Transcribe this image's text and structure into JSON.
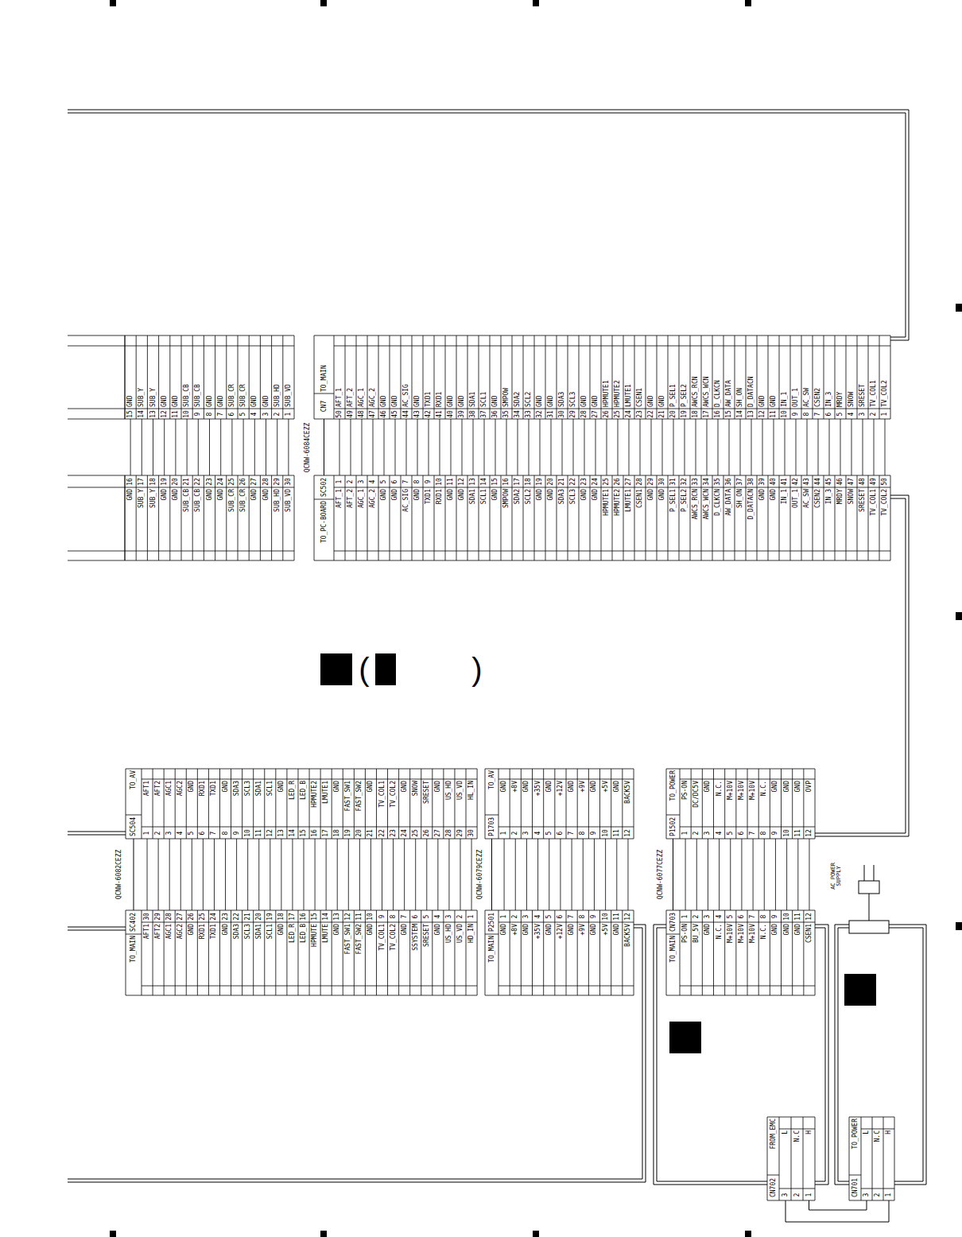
{
  "diagram": {
    "nodes": [
      {
        "text": [
          "TO_MAIN",
          "CN7"
        ]
      },
      {
        "text": [
          "SC502",
          "TO_PC-BOARD"
        ]
      },
      {
        "text": [
          "TO_AV",
          "SC504"
        ]
      },
      {
        "text": [
          "TO_AV",
          "P1703"
        ]
      },
      {
        "text": [
          "TO_POWER",
          "P1502"
        ]
      },
      {
        "text": [
          "SC402",
          "TO_MAIN"
        ]
      },
      {
        "text": [
          "P2501",
          "TO_MAIN"
        ]
      },
      {
        "text": [
          "CN703",
          "TO_MAIN"
        ]
      },
      {
        "text": [
          "FROM_EMC",
          "CN702"
        ]
      },
      {
        "text": [
          "TO_POWER",
          "CN701"
        ]
      }
    ],
    "edges": [
      {
        "from": 0,
        "to": 1,
        "arrow": "none",
        "label": "QCNW-6084CEZZ"
      },
      {
        "from": 2,
        "to": 5,
        "arrow": "none",
        "label": "QCNW-6082CEZZ"
      },
      {
        "from": 3,
        "to": 6,
        "arrow": "none",
        "label": "QCNW-6079CEZZ"
      },
      {
        "from": 4,
        "to": 7,
        "arrow": "none",
        "label": "QCNW-6077CEZZ"
      },
      {
        "from": 8,
        "to": 9,
        "arrow": "none"
      }
    ],
    "labels": [
      "GND",
      "SUB_Y",
      "SUB_Y",
      "GND",
      "GND",
      "SUB_CB",
      "SUB_CB",
      "GND",
      "GND",
      "SUB_CR",
      "SUB_CR",
      "GND",
      "GND",
      "SUB_HD",
      "SUB_VD",
      "15",
      "14",
      "13",
      "12",
      "11",
      "10",
      "9",
      "8",
      "7",
      "6",
      "5",
      "4",
      "3",
      "2",
      "1",
      "GND",
      "SUB_Y",
      "SUB_Y",
      "GND",
      "GND",
      "SUB_CB",
      "SUB_CB",
      "GND",
      "GND",
      "SUB_CR",
      "SUB_CR",
      "GND",
      "GND",
      "SUB_HD",
      "SUB_VD",
      "16",
      "17",
      "18",
      "19",
      "20",
      "21",
      "22",
      "23",
      "24",
      "25",
      "26",
      "27",
      "28",
      "29",
      "30",
      "AFT_1",
      "AFT_2",
      "AGC_1",
      "AGC_2",
      "GND",
      "GND",
      "AC_SIG",
      "GND",
      "TXD1",
      "RXD1",
      "GND",
      "GND",
      "SDA1",
      "SCL1",
      "GND",
      "SMPOW",
      "SDA2",
      "SCL2",
      "GND",
      "GND",
      "SDA3",
      "SCL3",
      "GND",
      "GND",
      "HPMUTE1",
      "HPMUTE2",
      "LMUTE1",
      "CSEN1",
      "GND",
      "GND",
      "P_SEL1",
      "P_SEL2",
      "AWCS_RCN",
      "AWCS_WCN",
      "D_CLKCN",
      "AW_DATA",
      "SH_ON",
      "D_DATACN",
      "GND",
      "GND",
      "IN_1",
      "OUT_1",
      "AC_SW",
      "CSEN2",
      "IN_3",
      "MRDY",
      "SNOW",
      "SRESET",
      "TV_COL1",
      "TV_COL2",
      "50",
      "49",
      "48",
      "47",
      "46",
      "45",
      "44",
      "43",
      "42",
      "41",
      "40",
      "39",
      "38",
      "37",
      "36",
      "35",
      "34",
      "33",
      "32",
      "31",
      "30",
      "29",
      "28",
      "27",
      "26",
      "25",
      "24",
      "23",
      "22",
      "21",
      "20",
      "19",
      "18",
      "17",
      "16",
      "15",
      "14",
      "13",
      "12",
      "11",
      "10",
      "9",
      "8",
      "7",
      "6",
      "5",
      "4",
      "3",
      "2",
      "1",
      "AFT_1",
      "AFT_2",
      "AGC_1",
      "AGC_2",
      "GND",
      "GND",
      "AC_SIG",
      "GND",
      "TXD1",
      "RXD1",
      "GND",
      "GND",
      "SDA1",
      "SCL1",
      "GND",
      "SMPOW",
      "SDA2",
      "SCL2",
      "GND",
      "GND",
      "SDA3",
      "SCL3",
      "GND",
      "GND",
      "HPMUTE1",
      "HPMUTE2",
      "LMUTE1",
      "CSEN1",
      "GND",
      "GND",
      "P_SEL1",
      "P_SEL2",
      "AWCS_RCN",
      "AWCS_WCN",
      "D_CLKCN",
      "AW_DATA",
      "SH_ON",
      "D_DATACN",
      "GND",
      "GND",
      "IN_1",
      "OUT_1",
      "AC_SW",
      "CSEN2",
      "IN_3",
      "MRDY",
      "SNOW",
      "SRESET",
      "TV_COL1",
      "TV_COL2",
      "1",
      "2",
      "3",
      "4",
      "5",
      "6",
      "7",
      "8",
      "9",
      "10",
      "11",
      "12",
      "13",
      "14",
      "15",
      "16",
      "17",
      "18",
      "19",
      "20",
      "21",
      "22",
      "23",
      "24",
      "25",
      "26",
      "27",
      "28",
      "29",
      "30",
      "31",
      "32",
      "33",
      "34",
      "35",
      "36",
      "37",
      "38",
      "39",
      "40",
      "41",
      "42",
      "43",
      "44",
      "45",
      "46",
      "47",
      "48",
      "49",
      "50",
      "AFT1",
      "AFT2",
      "AGC1",
      "AGC2",
      "GND",
      "RXD1",
      "TXD1",
      "GND",
      "SDA3",
      "SCL3",
      "SDA1",
      "SCL1",
      "GND",
      "LED_R",
      "LED_B",
      "HPMUTE2",
      "LMUTE1",
      "GND",
      "FAST_SW1",
      "FAST_SW2",
      "GND",
      "TV_COL1",
      "TV_COL2",
      "GND",
      "SNOW",
      "SRESET",
      "GND",
      "US_HD",
      "US_VD",
      "HL_IN",
      "1",
      "2",
      "3",
      "4",
      "5",
      "6",
      "7",
      "8",
      "9",
      "10",
      "11",
      "12",
      "13",
      "14",
      "15",
      "16",
      "17",
      "18",
      "19",
      "20",
      "21",
      "22",
      "23",
      "24",
      "25",
      "26",
      "27",
      "28",
      "29",
      "30",
      "GND",
      "+8V",
      "GND",
      "+35V",
      "GND",
      "+12V",
      "GND",
      "+9V",
      "GND",
      "+5V",
      "GND",
      "BACK5V",
      "1",
      "2",
      "3",
      "4",
      "5",
      "6",
      "7",
      "8",
      "9",
      "10",
      "11",
      "12",
      "PS-ON",
      "DC/DC5V",
      "GND",
      "N.C.",
      "M+10V",
      "M+10V",
      "M+10V",
      "N.C.",
      "GND",
      "GND",
      "GND",
      "OVP",
      "1",
      "2",
      "3",
      "4",
      "5",
      "6",
      "7",
      "8",
      "9",
      "10",
      "11",
      "12",
      "AFT1",
      "AFT2",
      "AGC1",
      "AGC2",
      "GND",
      "RXD1",
      "TXD1",
      "GND",
      "SDA3",
      "SCL3",
      "SDA1",
      "SCL1",
      "GND",
      "LED_R",
      "LED_B",
      "HPMUTE",
      "LMUTE",
      "GND",
      "FAST_SW1",
      "FAST_SW2",
      "GND",
      "TV_COL1",
      "TV_COL2",
      "GND",
      "SSYSTEM",
      "SRESET",
      "GND",
      "US_HD",
      "US_VD",
      "HD_IN",
      "30",
      "29",
      "28",
      "27",
      "26",
      "25",
      "24",
      "23",
      "22",
      "21",
      "20",
      "19",
      "18",
      "17",
      "16",
      "15",
      "14",
      "13",
      "12",
      "11",
      "10",
      "9",
      "8",
      "7",
      "6",
      "5",
      "4",
      "3",
      "2",
      "1",
      "GND",
      "+8V",
      "GND",
      "+35V",
      "GND",
      "+12V",
      "GND",
      "+9V",
      "GND",
      "+5V",
      "GND",
      "BACK5V",
      "1",
      "2",
      "3",
      "4",
      "5",
      "6",
      "7",
      "8",
      "9",
      "10",
      "11",
      "12",
      "PS-ON",
      "BU_5V",
      "GND",
      "N.C.",
      "M+10V",
      "M+10V",
      "M+10V",
      "N.C.",
      "GND",
      "GND",
      "GND",
      "CSEN1",
      "1",
      "2",
      "3",
      "4",
      "5",
      "6",
      "7",
      "8",
      "9",
      "10",
      "11",
      "12",
      "L",
      "N.C",
      "H",
      "3",
      "2",
      "1",
      "L",
      "N.C",
      "H",
      "3",
      "2",
      "1",
      "(",
      ")",
      "AC POWER SUPPLY"
    ]
  }
}
